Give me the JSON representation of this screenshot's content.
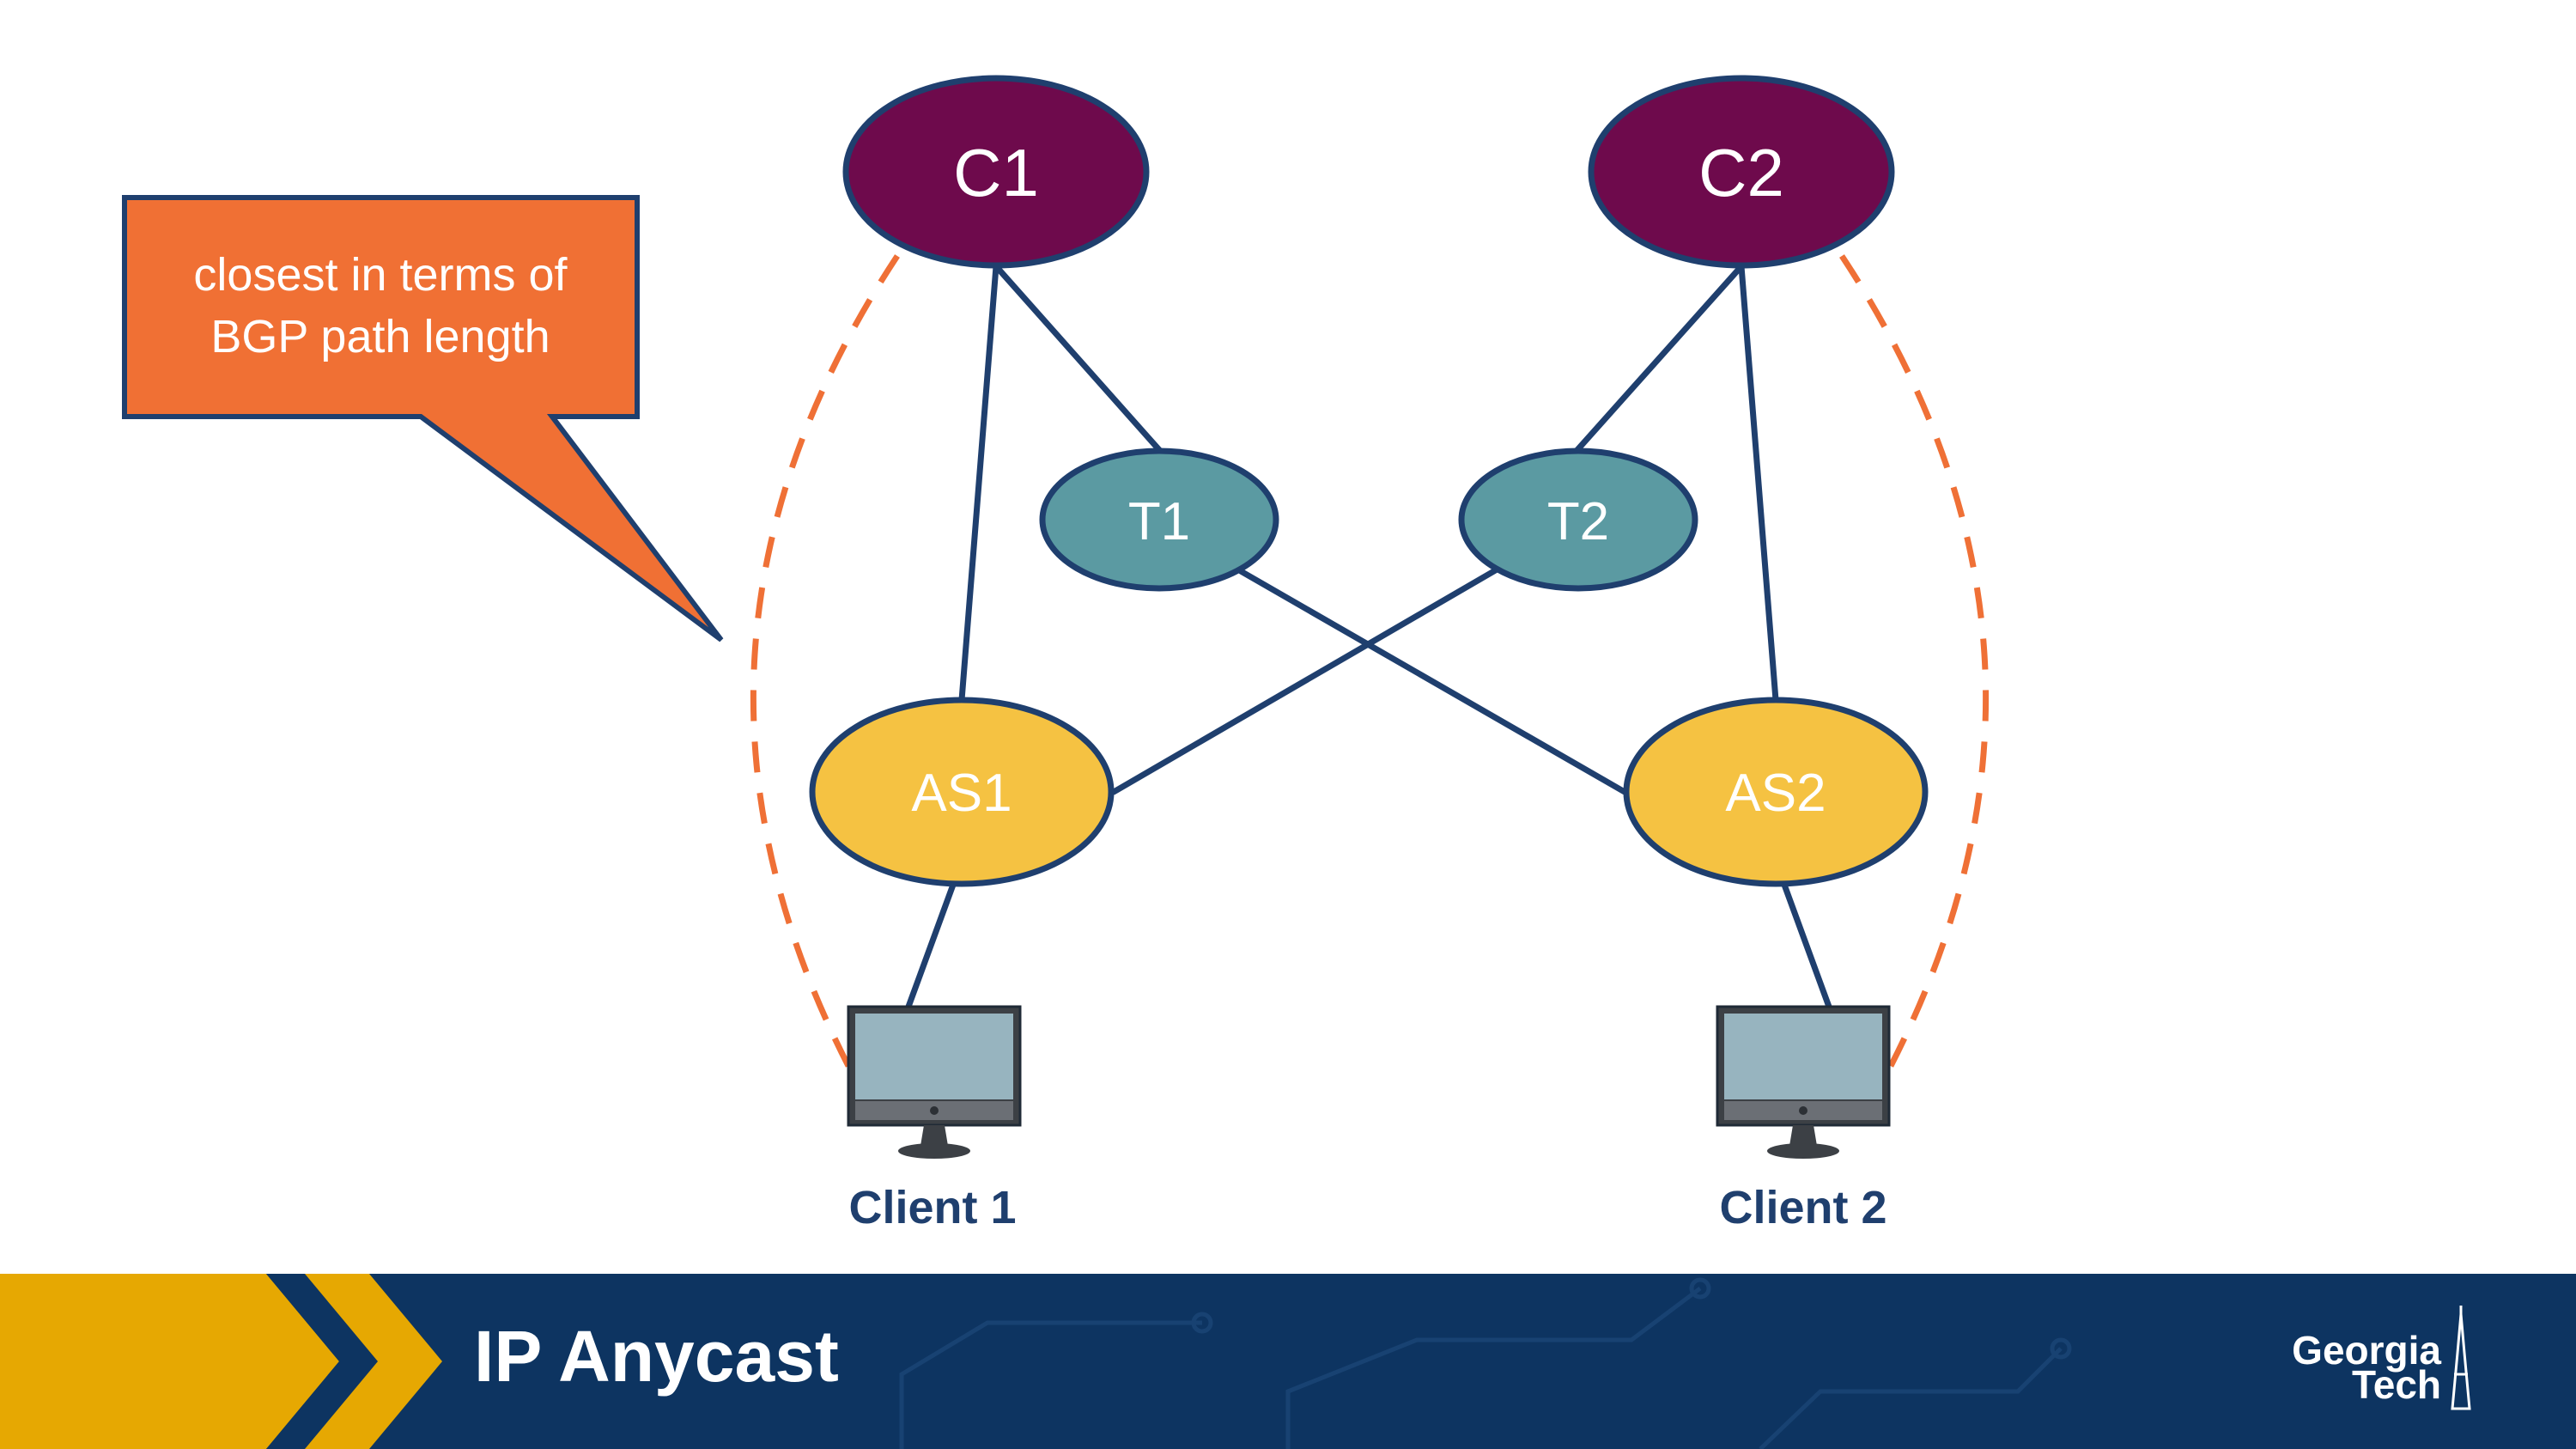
{
  "slide": {
    "title": "IP Anycast",
    "logo": {
      "line1": "Georgia",
      "line2": "Tech"
    }
  },
  "callout": {
    "line1": "closest in terms of",
    "line2": "BGP path length"
  },
  "nodes": {
    "c1": "C1",
    "c2": "C2",
    "t1": "T1",
    "t2": "T2",
    "as1": "AS1",
    "as2": "AS2"
  },
  "clients": {
    "client1": "Client 1",
    "client2": "Client 2"
  },
  "icons": {
    "computer": "desktop-computer-icon",
    "banner_arrows": "chevron-right-icon",
    "logo": "georgia-tech-logo"
  },
  "colors": {
    "content_provider": "#6e0a4c",
    "transit": "#5b9aa2",
    "access_as": "#f5c242",
    "outline": "#1f3f6e",
    "dashed_path": "#ef7036",
    "callout": "#f07034",
    "banner_navy": "#0d3461",
    "banner_gold": "#e6a802",
    "client_label": "#1f3f6e"
  }
}
